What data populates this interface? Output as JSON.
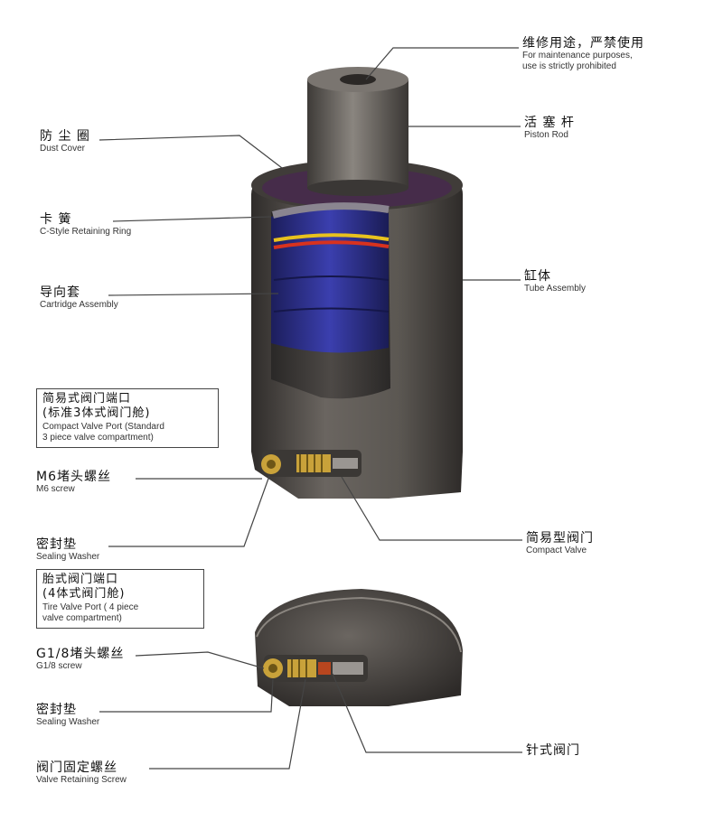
{
  "labels": {
    "maintenance": {
      "zh": "维修用途，严禁使用",
      "en1": "For maintenance purposes,",
      "en2": "use is strictly prohibited"
    },
    "piston_rod": {
      "zh": "活 塞 杆",
      "en": "Piston Rod"
    },
    "dust_cover": {
      "zh": "防 尘 圈",
      "en": "Dust Cover"
    },
    "c_ring": {
      "zh": "卡 簧",
      "en": "C-Style Retaining Ring"
    },
    "tube": {
      "zh": "缸体",
      "en": "Tube Assembly"
    },
    "cartridge": {
      "zh": "导向套",
      "en": "Cartridge Assembly"
    },
    "compact_port": {
      "zh": "简易式阀门端口",
      "zh2": "(标准3体式阀门舱)",
      "en1": "Compact Valve Port (Standard",
      "en2": "3 piece valve compartment)"
    },
    "m6_screw": {
      "zh": "M6堵头螺丝",
      "en": "M6 screw"
    },
    "sealing_washer_1": {
      "zh": "密封垫",
      "en": "Sealing Washer"
    },
    "compact_valve": {
      "zh": "简易型阀门",
      "en": "Compact Valve"
    },
    "tire_port": {
      "zh": "胎式阀门端口",
      "zh2": "(4体式阀门舱)",
      "en1": "Tire Valve Port ( 4 piece",
      "en2": "valve compartment)"
    },
    "g18_screw": {
      "zh": "G1/8堵头螺丝",
      "en": "G1/8 screw"
    },
    "sealing_washer_2": {
      "zh": "密封垫",
      "en": "Sealing Washer"
    },
    "needle_valve": {
      "zh": "针式阀门"
    },
    "retaining_screw": {
      "zh": "阀门固定螺丝",
      "en": "Valve Retaining Screw"
    }
  },
  "colors": {
    "body": "#5a5652",
    "body_dark": "#3a3735",
    "cartridge": "#2c2f8a",
    "ring_yellow": "#e8c21e",
    "ring_red": "#d8321e",
    "leader": "#444444"
  }
}
